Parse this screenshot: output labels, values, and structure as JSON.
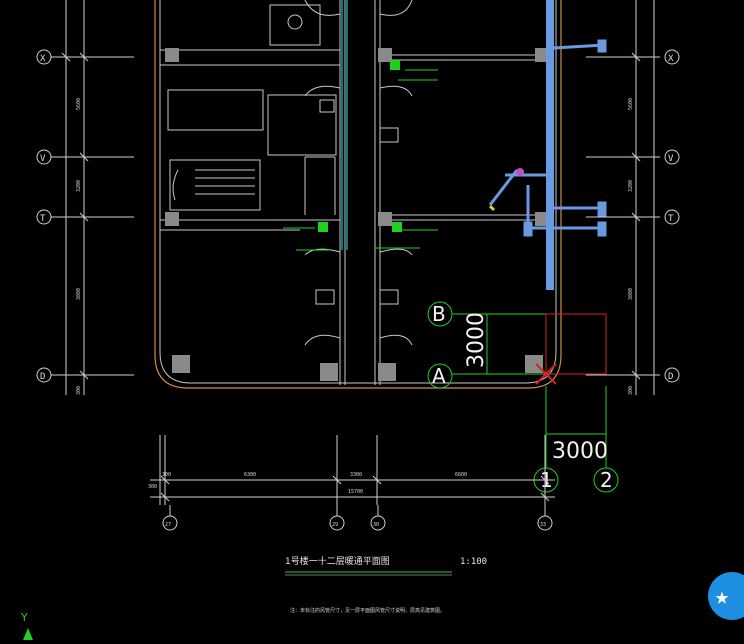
{
  "grid_rows": [
    {
      "id": "row-x",
      "label": "X"
    },
    {
      "id": "row-v",
      "label": "V"
    },
    {
      "id": "row-t",
      "label": "T"
    },
    {
      "id": "row-d",
      "label": "D"
    }
  ],
  "grid_cols": [
    {
      "id": "col-27",
      "label": "27"
    },
    {
      "id": "col-29",
      "label": "29"
    },
    {
      "id": "col-30",
      "label": "30"
    },
    {
      "id": "col-33",
      "label": "33"
    }
  ],
  "markers": {
    "b": "B",
    "a": "A",
    "one": "1",
    "two": "2",
    "dim_vertical": "3000",
    "dim_horizontal": "3000"
  },
  "dims": {
    "d1": "300",
    "d2": "6300",
    "d3": "3300",
    "d4": "6600",
    "d5": "15700",
    "d6": "300",
    "v1": "5600",
    "v2": "3200",
    "v3": "3800",
    "v4": "300"
  },
  "title": {
    "text": "1号楼一十二层暖通平面图",
    "scale": "1:100"
  },
  "note": "注：未标注的风管尺寸，见一层平面图风管尺寸说明，层高见建筑图。",
  "ucs": {
    "axis": "Y"
  },
  "colors": {
    "wall": "#c8c8c8",
    "duct": "#6a9be0",
    "pipe": "#17c8c8",
    "green": "#20d020",
    "red": "#d82020",
    "outline": "#d08a4a"
  }
}
